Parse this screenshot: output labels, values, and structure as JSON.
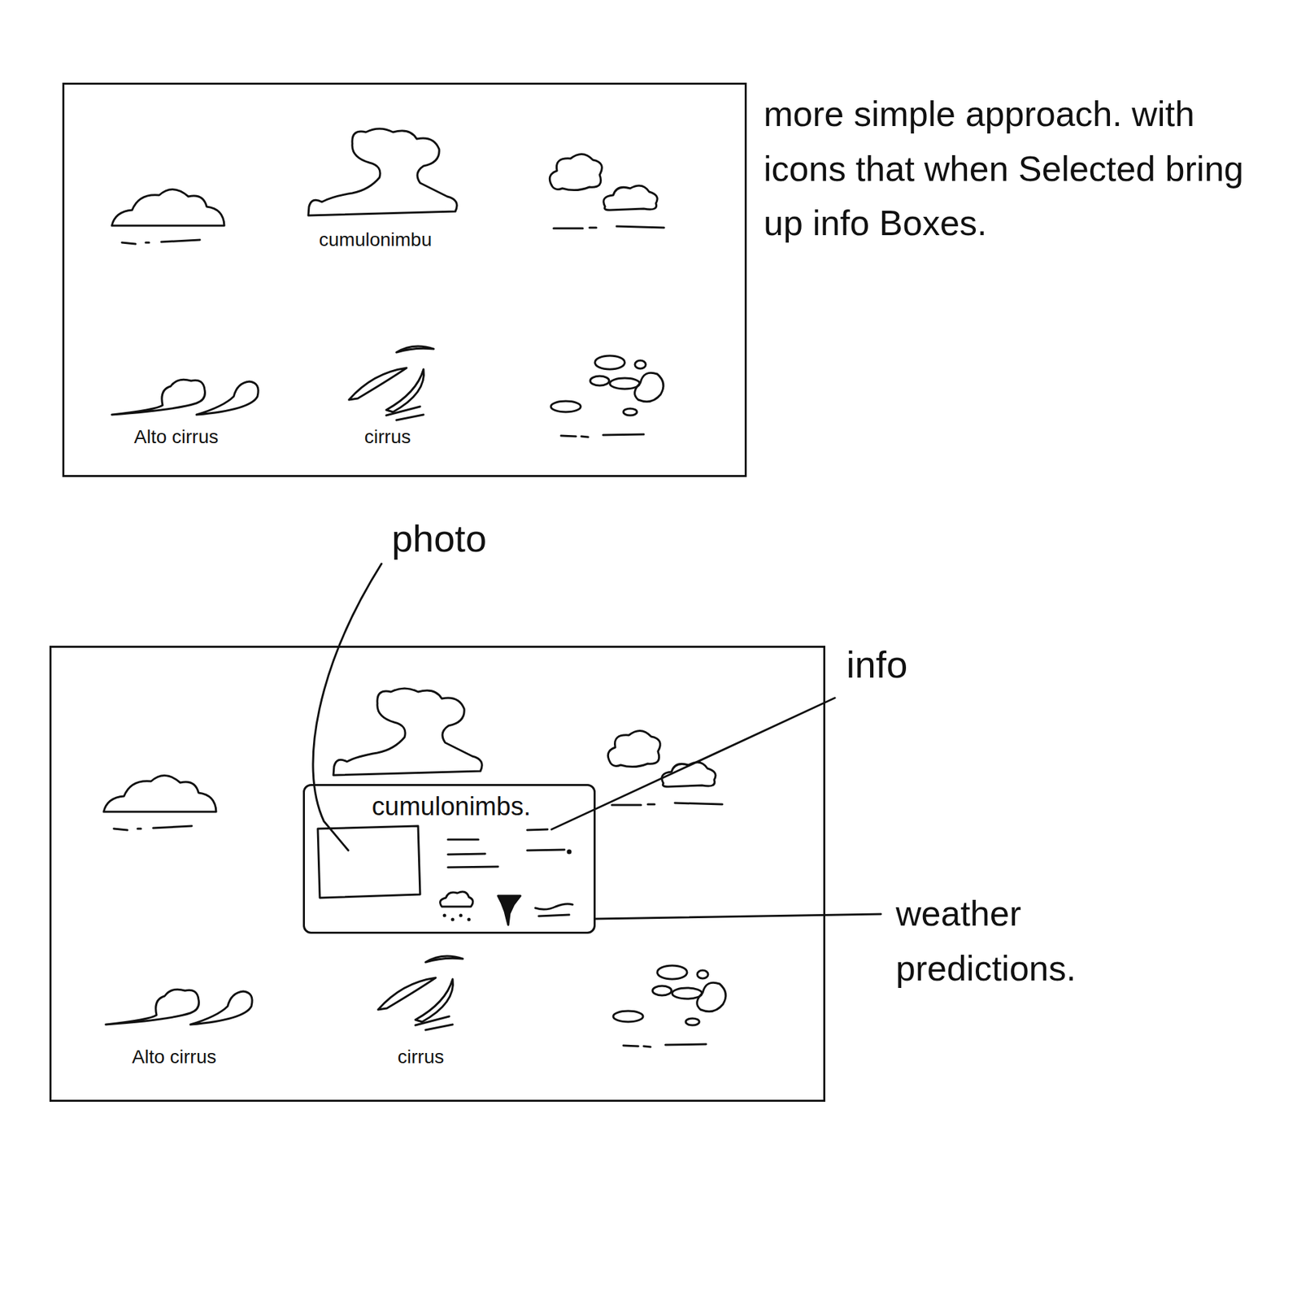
{
  "diagram": {
    "nodes": [
      {
        "text": [
          "cumulonimbu",
          "Alto cirrus",
          "cirrus"
        ]
      },
      {
        "text": [
          "Alto cirrus",
          "cirrus"
        ]
      },
      {
        "text": [
          "cumulonimbs."
        ],
        "in": 1
      }
    ],
    "labels": [
      "more simple approach. with icons that when Selected bring up info Boxes.",
      "photo",
      "info",
      "weather predictions."
    ]
  }
}
